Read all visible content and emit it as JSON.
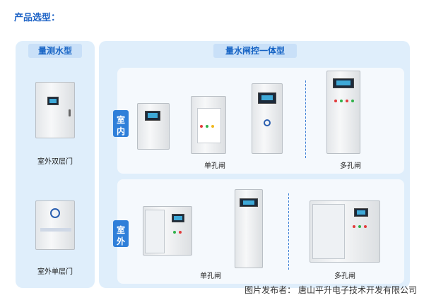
{
  "heading": "产品选型：",
  "left_panel": {
    "title": "量测水型",
    "captions": [
      "室外双层门",
      "室外单层门"
    ]
  },
  "right_panel": {
    "title": "量水闸控一体型",
    "row_indoor": "室内",
    "row_outdoor": "室外",
    "indoor_captions": [
      "单孔闸",
      "多孔闸"
    ],
    "outdoor_captions": [
      "单孔闸",
      "多孔闸"
    ]
  },
  "credit": "图片发布者： 唐山平升电子技术开发有限公司",
  "colors": {
    "accent": "#1e63c6",
    "panel_bg": "#dfeefb",
    "tag_bg": "#2f7fd9"
  }
}
